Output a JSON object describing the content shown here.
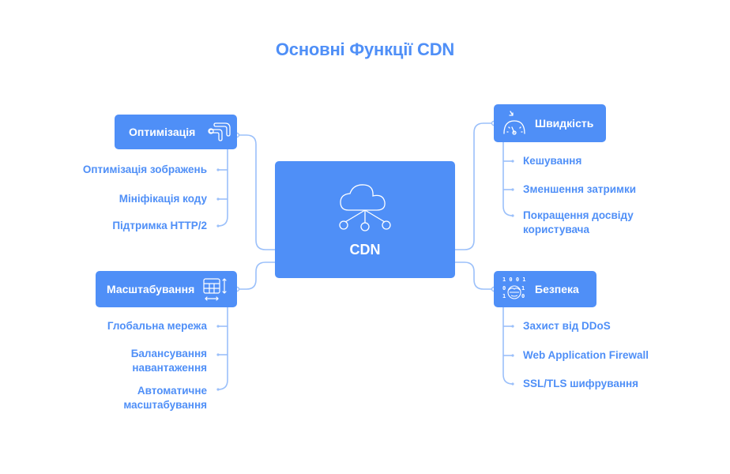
{
  "title": "Основні Функції CDN",
  "colors": {
    "accent": "#4f8ff7",
    "line": "#9bc0fa",
    "text_on_box": "#ffffff",
    "background": "#ffffff"
  },
  "center": {
    "label": "CDN",
    "icon": "cloud-network-icon"
  },
  "branches": {
    "optimization": {
      "label": "Оптимізація",
      "icon": "optimization-path-icon",
      "items": [
        "Оптимізація зображень",
        "Мініфікація коду",
        "Підтримка HTTP/2"
      ]
    },
    "speed": {
      "label": "Швидкість",
      "icon": "speedometer-icon",
      "items": [
        "Кешування",
        "Зменшення затримки",
        "Покращення досвіду користувача"
      ]
    },
    "scaling": {
      "label": "Масштабування",
      "icon": "scale-grid-icon",
      "items": [
        "Глобальна мережа",
        "Балансування навантаження",
        "Автоматичне масштабування"
      ]
    },
    "security": {
      "label": "Безпека",
      "icon": "binary-mask-icon",
      "items": [
        "Захист від DDoS",
        "Web Application Firewall",
        "SSL/TLS шифрування"
      ]
    }
  }
}
